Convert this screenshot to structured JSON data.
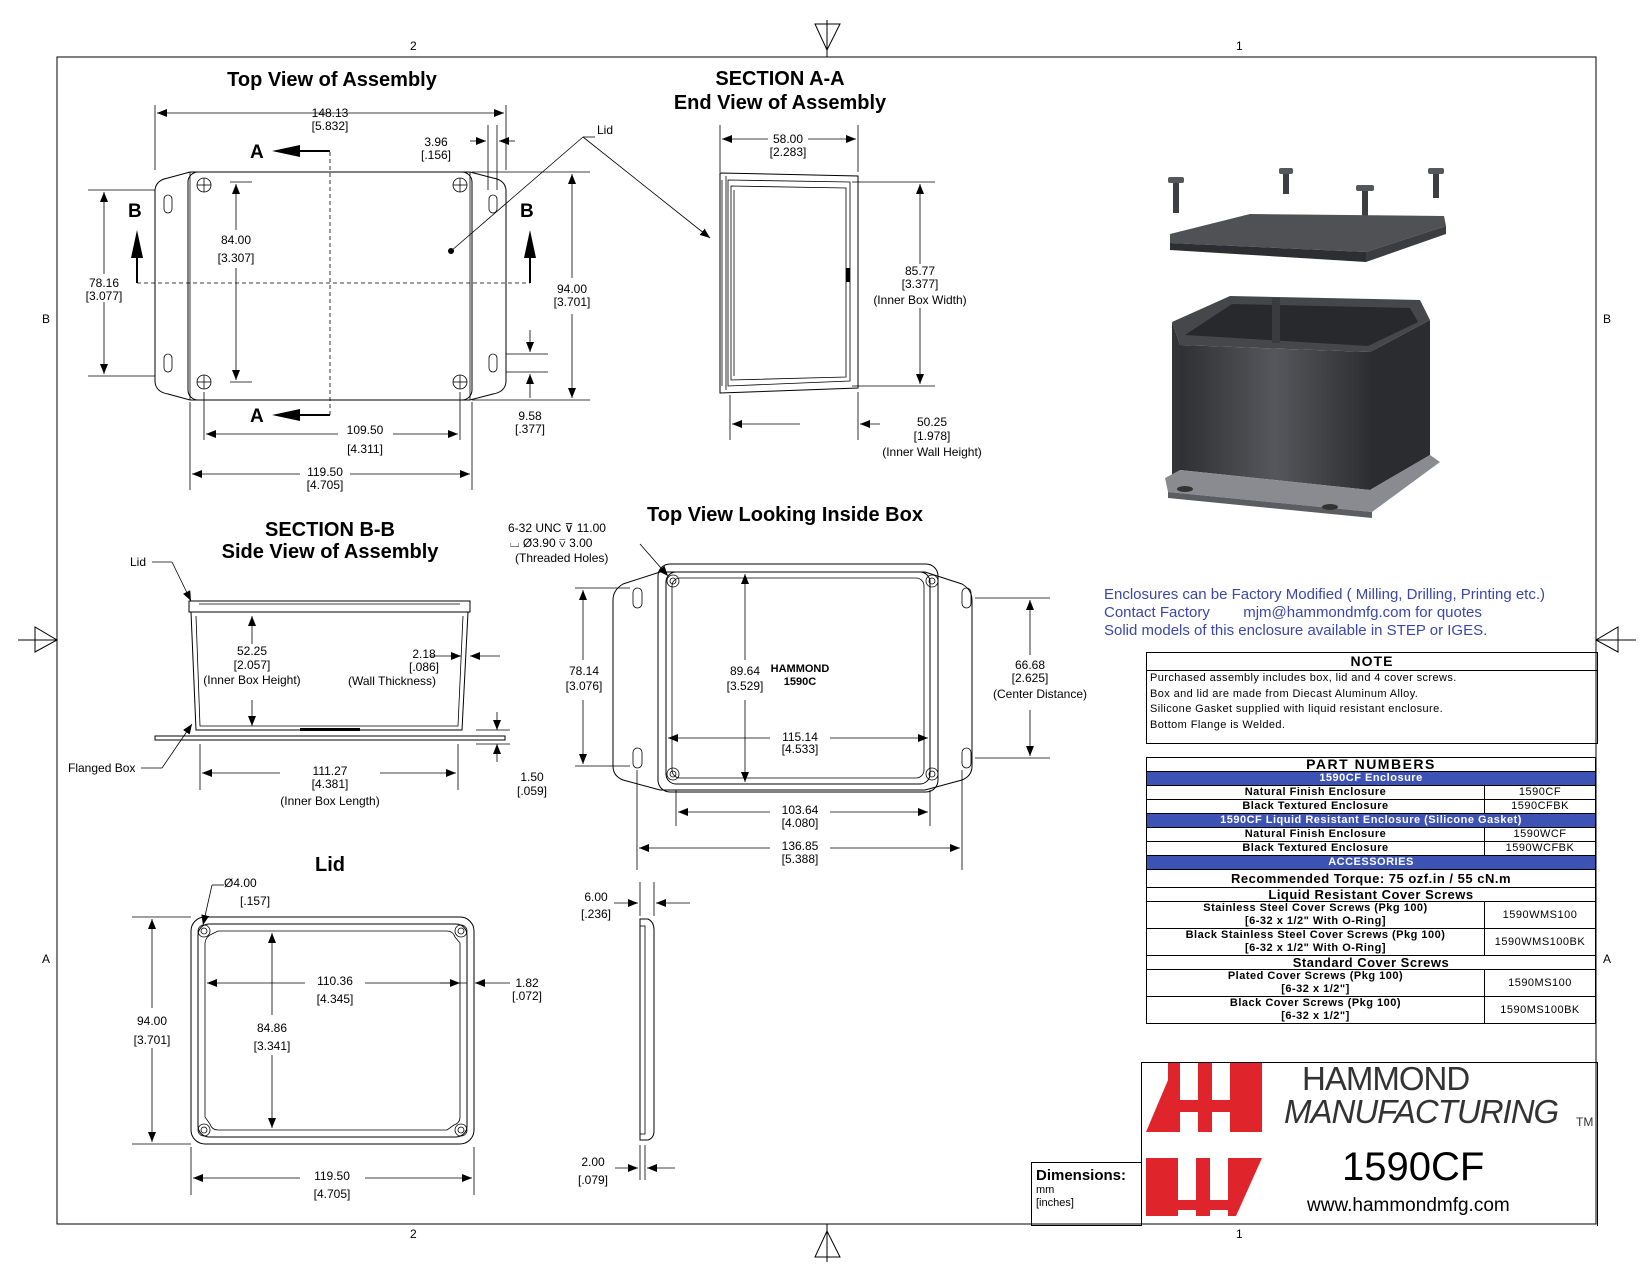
{
  "frame": {
    "zone_top_left": "2",
    "zone_top_right": "1",
    "zone_bottom_left": "2",
    "zone_bottom_right": "1",
    "zone_left_upper": "B",
    "zone_left_lower": "A",
    "zone_right_upper": "B",
    "zone_right_lower": "A"
  },
  "top_view": {
    "title": "Top View of Assembly",
    "section_a": "A",
    "section_b": "B",
    "lid_label": "Lid",
    "d_width_mm": "148.13",
    "d_width_in": "[5.832]",
    "d_edge_mm": "3.96",
    "d_edge_in": "[.156]",
    "d_inner_mm": "84.00",
    "d_inner_in": "[3.307]",
    "d_left_mm": "78.16",
    "d_left_in": "[3.077]",
    "d_height_mm": "94.00",
    "d_height_in": "[3.701]",
    "d_slot_mm": "9.58",
    "d_slot_in": "[.377]",
    "d_holes_mm": "109.50",
    "d_holes_in": "[4.311]",
    "d_body_mm": "119.50",
    "d_body_in": "[4.705]"
  },
  "section_aa": {
    "title1": "SECTION A-A",
    "title2": "End View of Assembly",
    "d_top_mm": "58.00",
    "d_top_in": "[2.283]",
    "d_width_mm": "85.77",
    "d_width_in": "[3.377]",
    "d_width_note": "(Inner Box Width)",
    "d_wall_mm": "50.25",
    "d_wall_in": "[1.978]",
    "d_wall_note": "(Inner Wall Height)"
  },
  "section_bb": {
    "title1": "SECTION B-B",
    "title2": "Side View of Assembly",
    "lid_label": "Lid",
    "flange_label": "Flanged Box",
    "d_height_mm": "52.25",
    "d_height_in": "[2.057]",
    "d_height_note": "(Inner Box Height)",
    "d_wall_mm": "2.18",
    "d_wall_in": "[.086]",
    "d_wall_note": "(Wall Thickness)",
    "d_flange_mm": "1.50",
    "d_flange_in": "[.059]",
    "d_len_mm": "111.27",
    "d_len_in": "[4.381]",
    "d_len_note": "(Inner Box Length)"
  },
  "inside_view": {
    "title": "Top View Looking Inside Box",
    "thread1": "6-32 UNC ⊽ 11.00",
    "thread2": "⌴ Ø3.90 ⊽ 3.00",
    "thread3": "(Threaded Holes)",
    "brand1": "HAMMOND",
    "brand2": "1590C",
    "d_left_mm": "78.14",
    "d_left_in": "[3.076]",
    "d_inner_mm": "89.64",
    "d_inner_in": "[3.529]",
    "d_center_mm": "66.68",
    "d_center_in": "[2.625]",
    "d_center_note": "(Center Distance)",
    "d_w1_mm": "115.14",
    "d_w1_in": "[4.533]",
    "d_w2_mm": "103.64",
    "d_w2_in": "[4.080]",
    "d_w3_mm": "136.85",
    "d_w3_in": "[5.388]"
  },
  "lid_view": {
    "title": "Lid",
    "d_hole_mm": "Ø4.00",
    "d_hole_in": "[.157]",
    "d_height_mm": "94.00",
    "d_height_in": "[3.701]",
    "d_w_mm": "110.36",
    "d_w_in": "[4.345]",
    "d_edge_mm": "1.82",
    "d_edge_in": "[.072]",
    "d_inner_mm": "84.86",
    "d_inner_in": "[3.341]",
    "d_body_mm": "119.50",
    "d_body_in": "[4.705]",
    "d_thk_mm": "6.00",
    "d_thk_in": "[.236]",
    "d_lip_mm": "2.00",
    "d_lip_in": "[.079]"
  },
  "info": {
    "line1": "Enclosures can be Factory Modified ( Milling, Drilling, Printing etc.)",
    "line2": "Contact Factory        mjm@hammondmfg.com for quotes",
    "line3": "Solid models of this enclosure available in STEP or IGES."
  },
  "note": {
    "heading": "NOTE",
    "l1": "Purchased assembly includes box, lid and 4 cover screws.",
    "l2": "Box and lid are made from Diecast Aluminum Alloy.",
    "l3": "Silicone Gasket supplied with liquid resistant enclosure.",
    "l4": "Bottom Flange is Welded."
  },
  "parts": {
    "heading": "PART NUMBERS",
    "g1": "1590CF Enclosure",
    "r1": "Natural Finish Enclosure",
    "r1v": "1590CF",
    "r2": "Black Textured Enclosure",
    "r2v": "1590CFBK",
    "g2": "1590CF Liquid Resistant Enclosure (Silicone Gasket)",
    "r3": "Natural Finish Enclosure",
    "r3v": "1590WCF",
    "r4": "Black Textured Enclosure",
    "r4v": "1590WCFBK",
    "g3": "ACCESSORIES",
    "torque": "Recommended Torque: 75 ozf.in / 55 cN.m",
    "s1": "Liquid Resistant Cover Screws",
    "r5a": "Stainless Steel Cover Screws (Pkg 100)",
    "r5b": "[6-32 x 1/2\" With O-Ring]",
    "r5v": "1590WMS100",
    "r6a": "Black Stainless Steel Cover Screws (Pkg 100)",
    "r6b": "[6-32 x 1/2\" With O-Ring]",
    "r6v": "1590WMS100BK",
    "s2": "Standard Cover Screws",
    "r7a": "Plated Cover Screws (Pkg 100)",
    "r7b": "[6-32 x 1/2\"]",
    "r7v": "1590MS100",
    "r8a": "Black Cover Screws (Pkg 100)",
    "r8b": "[6-32 x 1/2\"]",
    "r8v": "1590MS100BK"
  },
  "dimensions": {
    "heading": "Dimensions:",
    "unit1": "mm",
    "unit2": "[inches]"
  },
  "brand": {
    "name1": "HAMMOND",
    "name2": "MANUFACTURING",
    "tm": "TM",
    "part": "1590CF",
    "web": "www.hammondmfg.com",
    "red": "#e0242b"
  }
}
